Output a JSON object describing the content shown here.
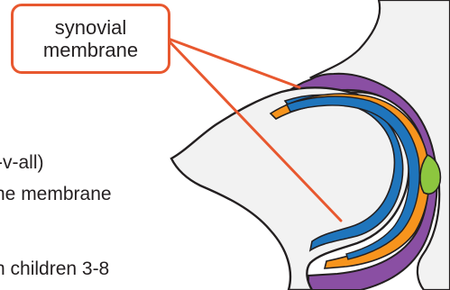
{
  "callout": {
    "line1": "synovial",
    "line2": "membrane"
  },
  "text_lines": [
    "-v-all)",
    "ne membrane",
    "n children 3-8"
  ],
  "colors": {
    "callout_border": "#e8582f",
    "leader_line": "#e8582f",
    "synovial_membrane": "#f7941d",
    "cartilage": "#1f75bc",
    "capsule": "#8a4fa3",
    "labrum": "#8dc63f",
    "bone": "#f2f2f2",
    "outline": "#231f20"
  }
}
